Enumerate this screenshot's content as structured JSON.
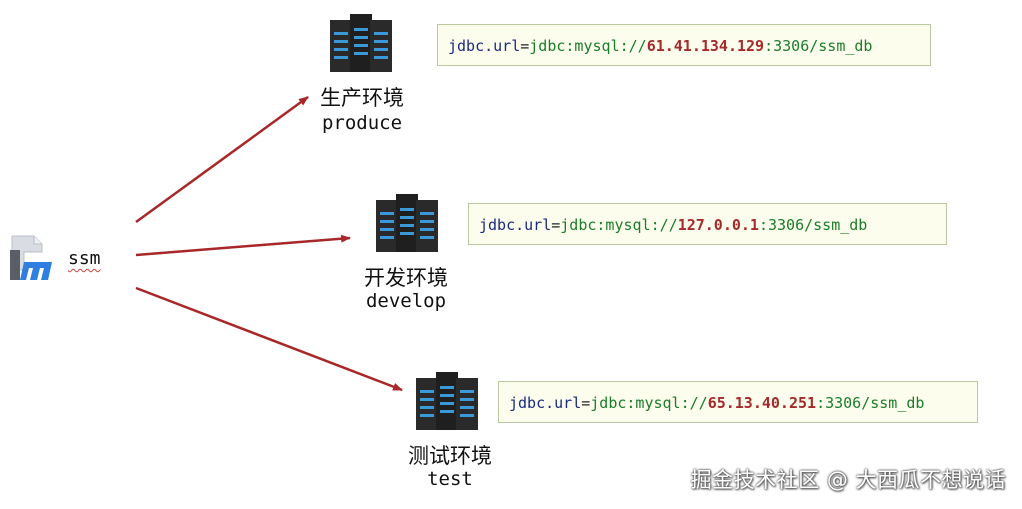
{
  "project": {
    "label": "ssm",
    "icon": "maven-icon"
  },
  "environments": [
    {
      "name": "生产环境",
      "code": "produce",
      "icon": "server-rack-icon",
      "config": {
        "key": "jdbc.url",
        "eq": "=",
        "prefix": "jdbc:mysql://",
        "ip": "61.41.134.129",
        "suffix": ":3306/ssm_db"
      }
    },
    {
      "name": "开发环境",
      "code": "develop",
      "icon": "server-rack-icon",
      "config": {
        "key": "jdbc.url",
        "eq": "=",
        "prefix": "jdbc:mysql://",
        "ip": "127.0.0.1",
        "suffix": ":3306/ssm_db"
      }
    },
    {
      "name": "测试环境",
      "code": "test",
      "icon": "server-rack-icon",
      "config": {
        "key": "jdbc.url",
        "eq": "=",
        "prefix": "jdbc:mysql://",
        "ip": "65.13.40.251",
        "suffix": ":3306/ssm_db"
      }
    }
  ],
  "watermark": "掘金技术社区 @ 大西瓜不想说话",
  "colors": {
    "arrow": "#a8282a",
    "key": "#1a2a80",
    "value": "#1b7d2a",
    "ip": "#a52a2a",
    "config_bg": "#fcfded",
    "config_border": "#b9c9a0"
  }
}
